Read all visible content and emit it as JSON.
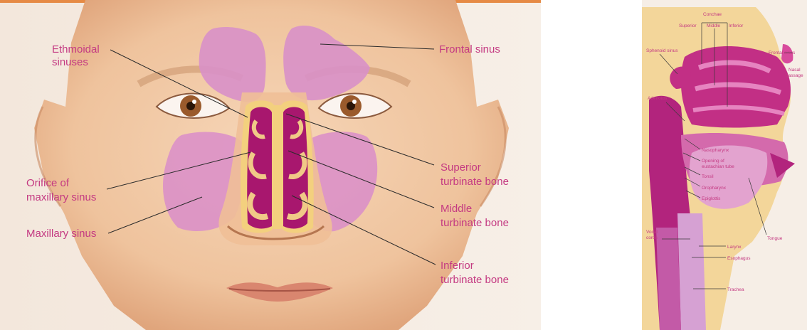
{
  "face_diagram": {
    "labels": {
      "ethmoidal_line1": "Ethmoidal",
      "ethmoidal_line2": "sinuses",
      "frontal": "Frontal sinus",
      "orifice_line1": "Orifice of",
      "orifice_line2": "maxillary sinus",
      "maxillary": "Maxillary sinus",
      "superior_line1": "Superior",
      "superior_line2": "turbinate bone",
      "middle_line1": "Middle",
      "middle_line2": "turbinate bone",
      "inferior_line1": "Inferior",
      "inferior_line2": "turbinate bone"
    }
  },
  "side_diagram": {
    "labels": {
      "conchae": "Conchae",
      "superior": "Superior",
      "middle": "Middle",
      "inferior": "Inferior",
      "sphenoid_sinus": "Sphenoid sinus",
      "frontal_sinus": "Frontal sinus",
      "nasal_line1": "Nasal",
      "nasal_line2": "passage",
      "adenoids": "Adenoids",
      "nasopharynx": "Nasopharynx",
      "opening_line1": "Opening of",
      "opening_line2": "eustachian tube",
      "tonsil": "Tonsil",
      "oropharynx": "Oropharynx",
      "epiglottis": "Epiglottis",
      "tongue": "Tongue",
      "vocal_line1": "Vocal",
      "vocal_line2": "cords",
      "larynx": "Larynx",
      "esophagus": "Esophagus",
      "trachea": "Trachea"
    }
  },
  "colors": {
    "skin": "#f1c8a4",
    "sinus": "#d78bc7",
    "nasal": "#a8176e",
    "label": "#c43a82"
  }
}
